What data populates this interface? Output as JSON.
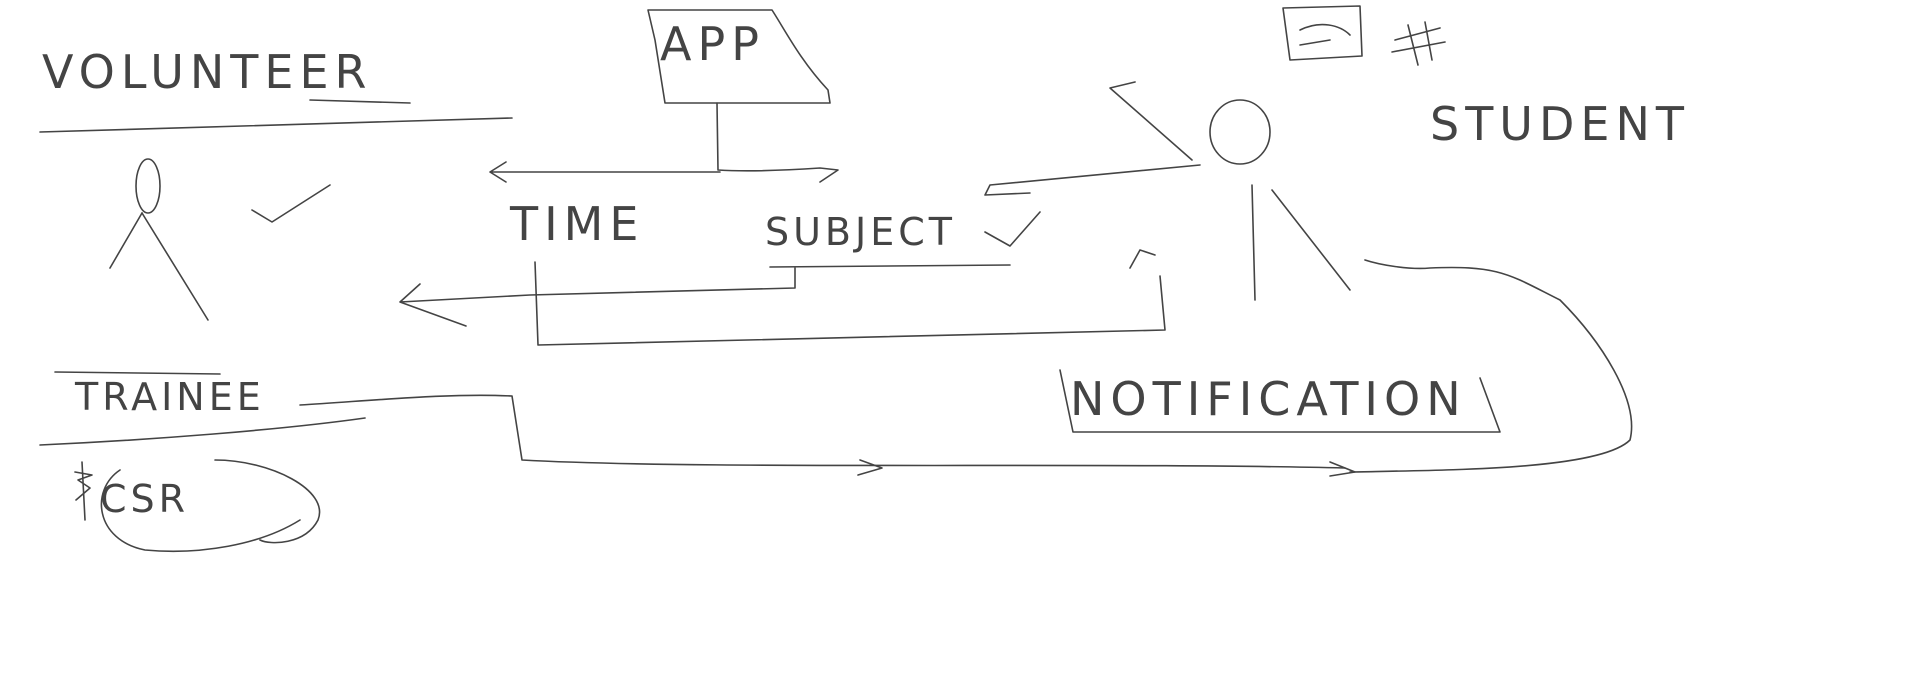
{
  "labels": {
    "volunteer": "VOLUNTEER",
    "app": "APP",
    "student": "STUDENT",
    "time": "TIME",
    "subject": "SUBJECT",
    "trainee": "TRAINEE",
    "notification": "NOTIFICATION",
    "csr": "CSR"
  },
  "colors": {
    "background": "#ffffff",
    "ink": "#444444"
  },
  "icons": [
    "stick-figure-icon",
    "checkmark-icon",
    "arrow-icon",
    "phone-sketch-icon",
    "hash-icon",
    "dollar-icon"
  ]
}
